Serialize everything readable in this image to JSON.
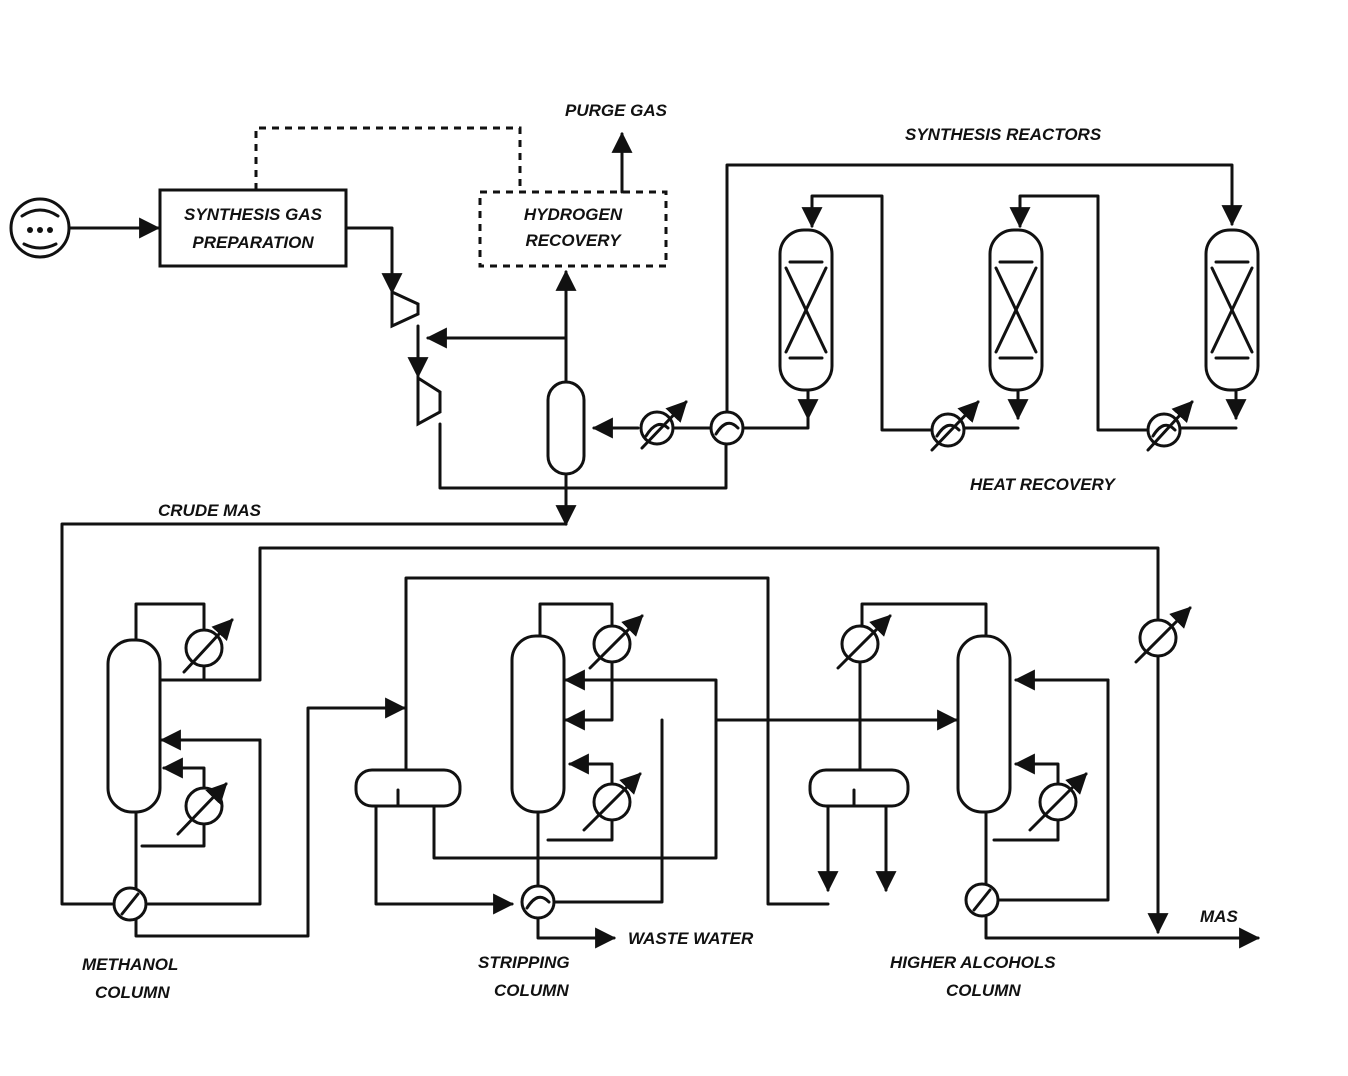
{
  "labels": {
    "synthesis_gas_preparation": [
      "SYNTHESIS GAS",
      "PREPARATION"
    ],
    "hydrogen_recovery": [
      "HYDROGEN",
      "RECOVERY"
    ],
    "purge_gas": "PURGE GAS",
    "synthesis_reactors": "SYNTHESIS REACTORS",
    "heat_recovery": "HEAT RECOVERY",
    "crude_mas": "CRUDE MAS",
    "methanol_column": [
      "METHANOL",
      "COLUMN"
    ],
    "stripping_column": [
      "STRIPPING",
      "COLUMN"
    ],
    "higher_alcohols_column": [
      "HIGHER ALCOHOLS",
      "COLUMN"
    ],
    "waste_water": "WASTE WATER",
    "mas": "MAS"
  },
  "colors": {
    "line": "#111111",
    "background": "#ffffff"
  },
  "icons": {
    "feed": "coal-feed-icon",
    "compressor": "compressor-icon",
    "heat_exchanger": "heat-exchanger-icon",
    "cooler": "cooler-icon"
  }
}
